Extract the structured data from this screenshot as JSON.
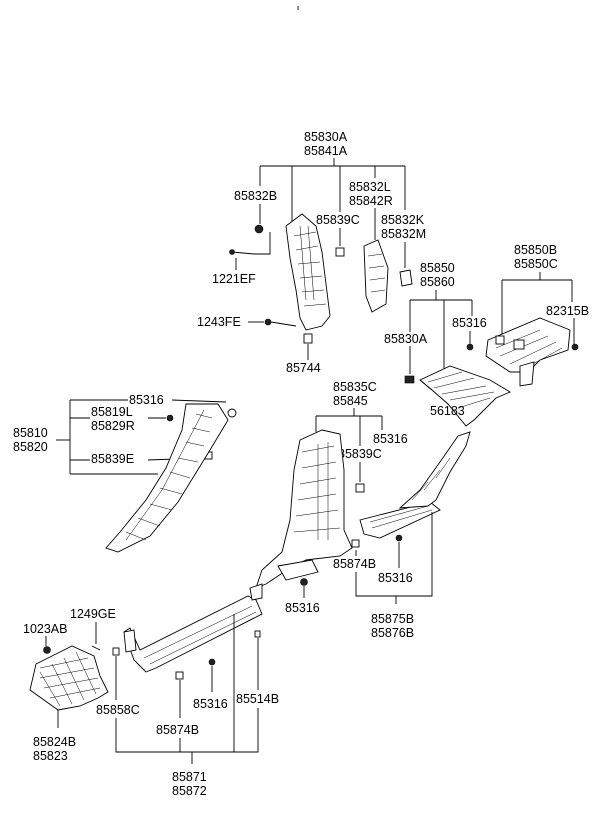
{
  "diagram": {
    "labels": {
      "l85830A": "85830A",
      "l85841A": "85841A",
      "l85832B": "85832B",
      "l85832L": "85832L",
      "l85842R": "85842R",
      "l85839C_a": "85839C",
      "l85832K": "85832K",
      "l85832M": "85832M",
      "l1221EF": "1221EF",
      "l1243FE": "1243FE",
      "l85744": "85744",
      "l85850B": "85850B",
      "l85850C": "85850C",
      "l85850": "85850",
      "l85860": "85860",
      "l82315B": "82315B",
      "l85316_a": "85316",
      "l85830A_b": "85830A",
      "l56183": "56183",
      "l85316_b": "85316",
      "l85819L": "85819L",
      "l85829R": "85829R",
      "l85810": "85810",
      "l85820": "85820",
      "l85839E": "85839E",
      "l85835C": "85835C",
      "l85845": "85845",
      "l85316_c": "85316",
      "l85839C_b": "85839C",
      "l85874B_a": "85874B",
      "l85316_d": "85316",
      "l85875B": "85875B",
      "l85876B": "85876B",
      "l85316_e": "85316",
      "l1249GE": "1249GE",
      "l1023AB": "1023AB",
      "l85824B": "85824B",
      "l85823": "85823",
      "l85858C": "85858C",
      "l85874B_b": "85874B",
      "l85316_f": "85316",
      "l85514B": "85514B",
      "l85871": "85871",
      "l85872": "85872"
    }
  }
}
